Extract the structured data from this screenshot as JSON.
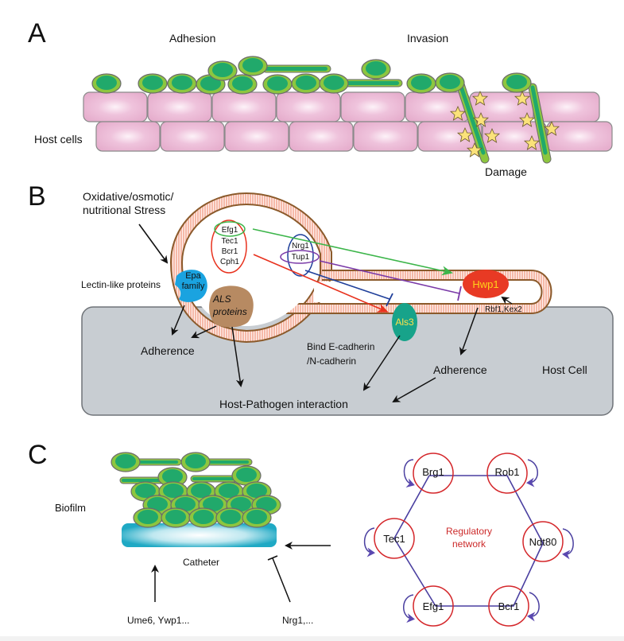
{
  "panels": {
    "a": {
      "label": "A",
      "adhesion_label": "Adhesion",
      "invasion_label": "Invasion",
      "host_cells_label": "Host cells",
      "damage_label": "Damage"
    },
    "b": {
      "label": "B",
      "stress_label_line1": "Oxidative/osmotic/",
      "stress_label_line2": "nutritional Stress",
      "lectin_label": "Lectin-like proteins",
      "epa_line1": "Epa",
      "epa_line2": "family",
      "als_line1": "ALS",
      "als_line2": "proteins",
      "tf_group1": [
        "Efg1",
        "Tec1",
        "Bcr1",
        "Cph1"
      ],
      "tf_group2": [
        "Nrg1",
        "Tup1"
      ],
      "hwp1_label": "Hwp1",
      "als3_label": "Als3",
      "rbf1_label": "Rbf1,Kex2",
      "adherence_left": "Adherence",
      "adherence_right": "Adherence",
      "bind_line1": "Bind E-cadherin",
      "bind_line2": "/N-cadherin",
      "host_cell_label": "Host Cell",
      "interaction_label": "Host-Pathogen interaction",
      "colors": {
        "green_arrow": "#3cb54a",
        "red_arrow": "#e8321e",
        "blue_inhibit": "#1f3f9a",
        "purple_inhibit": "#7a3aa8",
        "hwp1_fill": "#e83a24",
        "hwp1_text": "#ffd21a",
        "als3_fill": "#17a38a",
        "als3_text": "#ffe14a",
        "epa_fill": "#1aa3e0",
        "als_fill": "#b78a62",
        "host_cell_fill": "#c8cdd2",
        "membrane": "#f4b5a6"
      }
    },
    "c": {
      "label": "C",
      "biofilm_label": "Biofilm",
      "catheter_label": "Catheter",
      "activators_label": "Ume6, Ywp1...",
      "repressors_label": "Nrg1,...",
      "network_title_line1": "Regulatory",
      "network_title_line2": "network",
      "network_nodes": [
        "Brg1",
        "Rob1",
        "Ndt80",
        "Bcr1",
        "Efg1",
        "Tec1"
      ],
      "colors": {
        "node_ring": "#d4262a",
        "edge": "#4a3fa0",
        "network_title": "#cc2a2a",
        "catheter": "#1fa9c4"
      }
    }
  }
}
